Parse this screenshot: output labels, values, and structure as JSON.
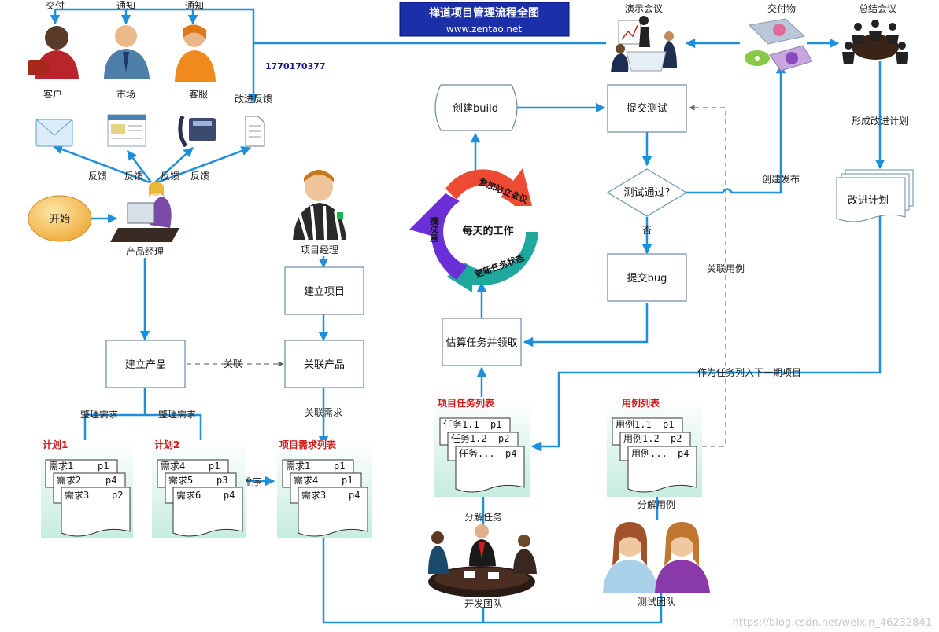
{
  "title": {
    "main": "禅道项目管理流程全图",
    "url": "www.zentao.net"
  },
  "phone_number": "1770170377",
  "watermark": "https://blog.csdn.net/weixin_46232841",
  "colors": {
    "arrow": "#1e8fdc",
    "title_bg": "#1a2fa8",
    "box_border": "#6a8aa0",
    "start": "#f5c25a",
    "panel": "#d9f2ea",
    "red_label": "#d01818"
  },
  "people": {
    "customer": "客户",
    "market": "市场",
    "service": "客服",
    "pm": "产品经理",
    "proj_manager": "项目经理",
    "dev_team": "开发团队",
    "test_team": "测试团队"
  },
  "top_labels": {
    "deliver": "交付",
    "notify1": "通知",
    "notify2": "通知",
    "feedback_improve": "改进反馈"
  },
  "feedback": [
    "反馈",
    "反馈",
    "反馈",
    "反馈"
  ],
  "start": "开始",
  "boxes": {
    "build_product": "建立产品",
    "link_product": "关联产品",
    "build_project": "建立项目",
    "estimate": "估算任务并领取",
    "create_build": "创建build",
    "submit_test": "提交测试",
    "test_pass": "测试通过?",
    "submit_bug": "提交bug",
    "improve_plan": "改进计划"
  },
  "edges": {
    "link": "关联",
    "sort_req1": "整理需求",
    "sort_req2": "整理需求",
    "link_req": "关联需求",
    "sort": "排序",
    "split_task": "分解任务",
    "split_case": "分解用例",
    "no": "否",
    "create_release": "创建发布",
    "link_case": "关联用例",
    "form_plan": "形成改进计划",
    "next_project": "作为任务列入下一期项目"
  },
  "cycle": {
    "center": "每天的工作",
    "meeting": "参加站立会议",
    "update": "更新任务状态",
    "burndown": "燃尽图"
  },
  "top_right": {
    "demo": "演示会议",
    "deliverable": "交付物",
    "summary": "总结会议"
  },
  "lists": {
    "plan1": {
      "title": "计划1",
      "rows": [
        [
          "需求1",
          "p1"
        ],
        [
          "需求2",
          "p4"
        ],
        [
          "需求3",
          "p2"
        ]
      ]
    },
    "plan2": {
      "title": "计划2",
      "rows": [
        [
          "需求4",
          "p1"
        ],
        [
          "需求5",
          "p3"
        ],
        [
          "需求6",
          "p4"
        ]
      ]
    },
    "proj_req": {
      "title": "项目需求列表",
      "rows": [
        [
          "需求1",
          "p1"
        ],
        [
          "需求4",
          "p1"
        ],
        [
          "需求3",
          "p4"
        ]
      ]
    },
    "proj_task": {
      "title": "项目任务列表",
      "rows": [
        [
          "任务1.1",
          "p1"
        ],
        [
          "任务1.2",
          "p2"
        ],
        [
          "任务...",
          "p4"
        ]
      ]
    },
    "cases": {
      "title": "用例列表",
      "rows": [
        [
          "用例1.1",
          "p1"
        ],
        [
          "用例1.2",
          "p2"
        ],
        [
          "用例...",
          "p4"
        ]
      ]
    }
  }
}
